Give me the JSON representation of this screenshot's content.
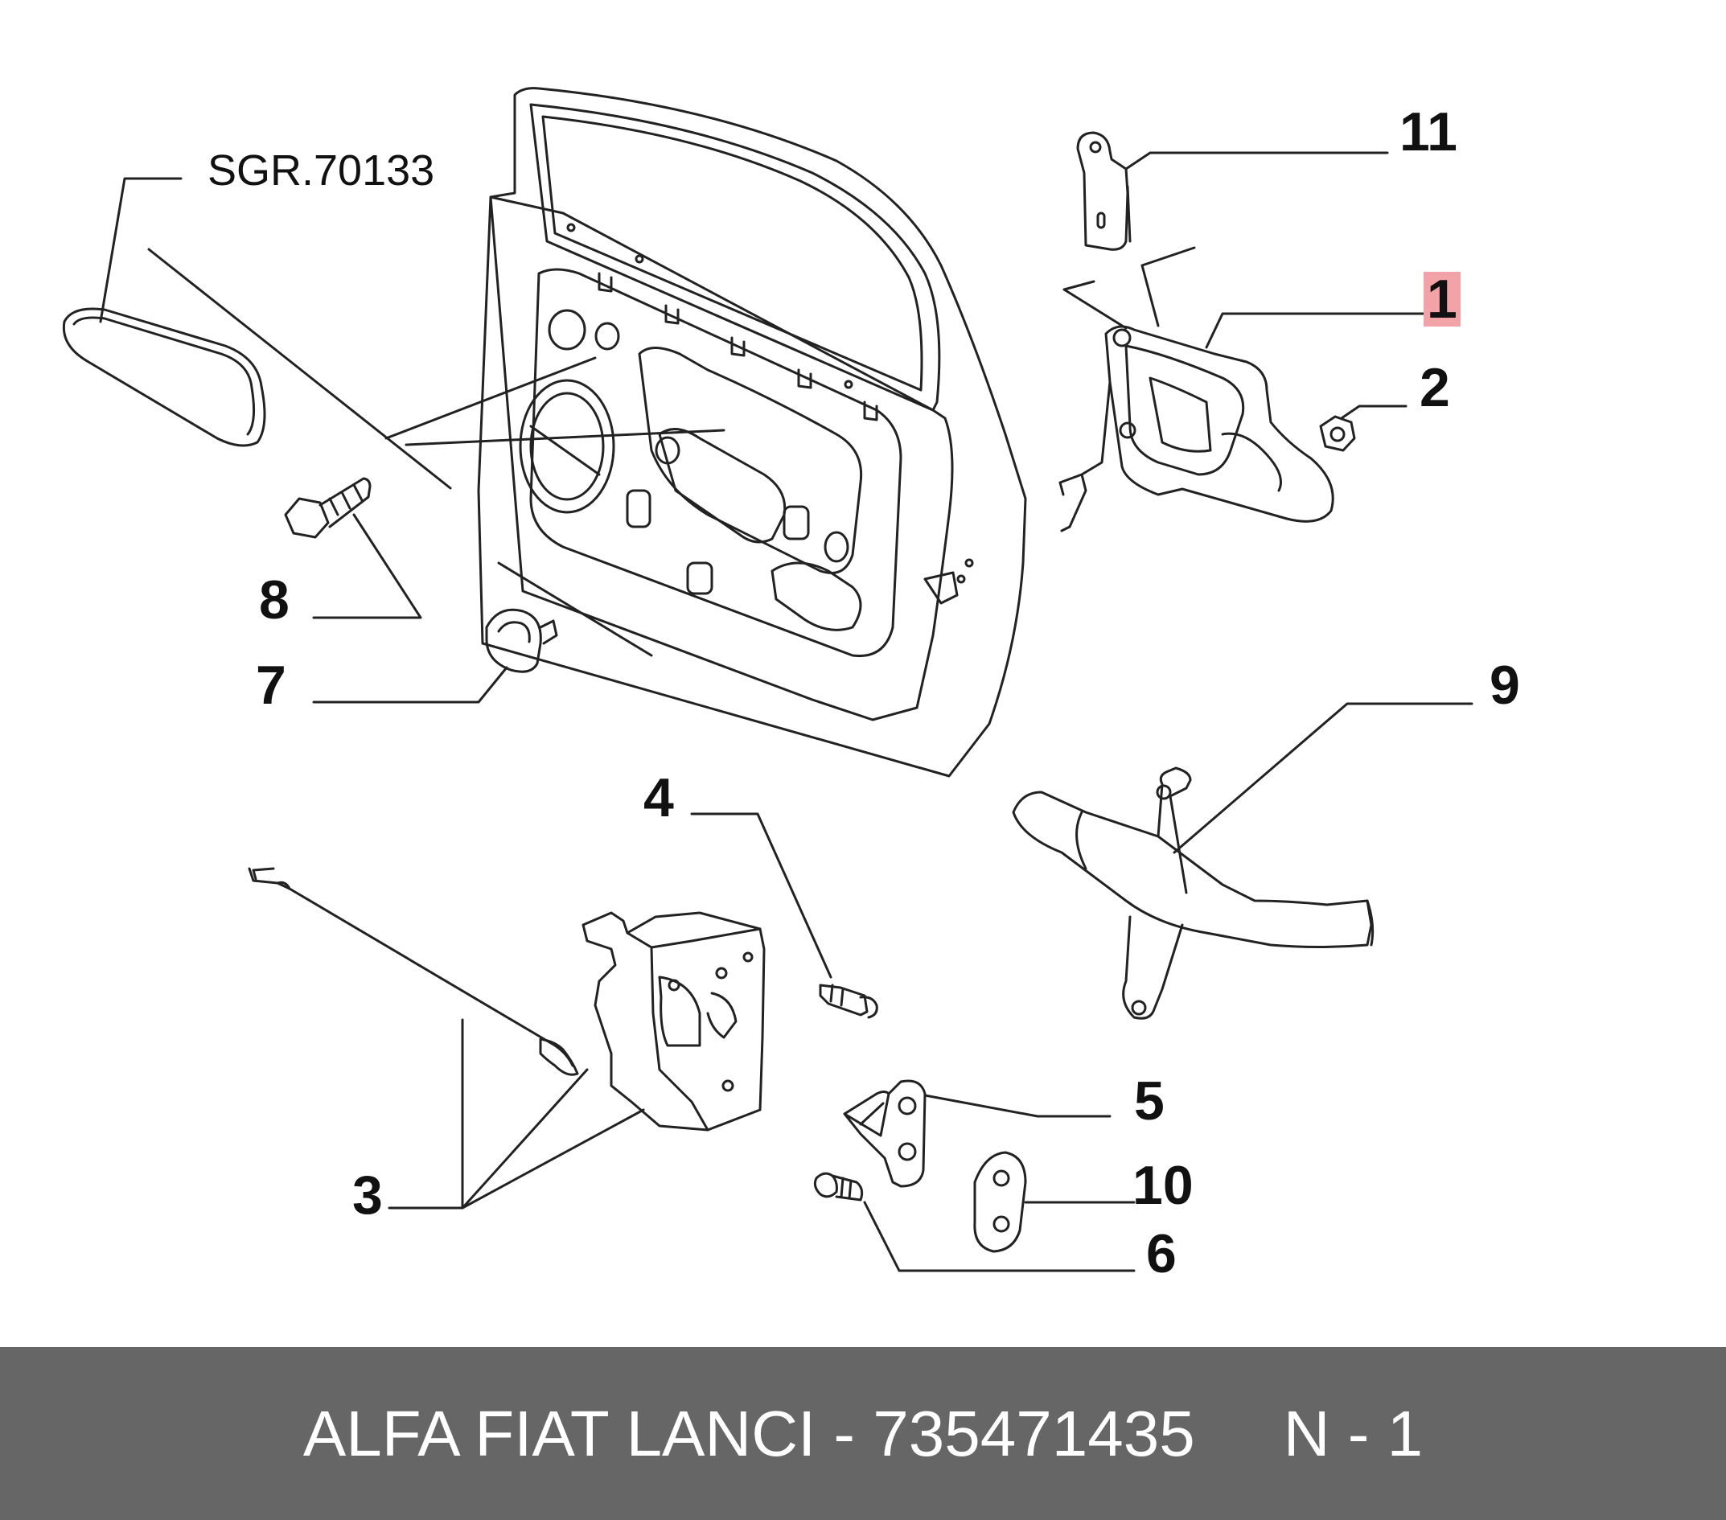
{
  "diagram": {
    "reference_label": "SGR.70133",
    "callouts": [
      "1",
      "2",
      "3",
      "4",
      "5",
      "6",
      "7",
      "8",
      "9",
      "10",
      "11"
    ],
    "highlighted_callout": "1",
    "highlight_color": "#f2a3a8",
    "line_color": "#222222"
  },
  "footer": {
    "title": "ALFA FIAT LANCI - 735471435",
    "code": "N - 1",
    "background": "#666666",
    "text_color": "#ffffff"
  }
}
